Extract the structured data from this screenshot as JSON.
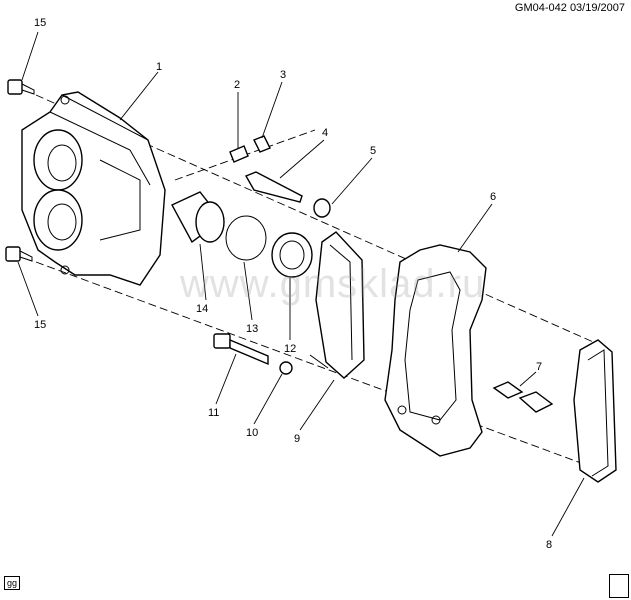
{
  "header": {
    "diagram_id": "GM04-042",
    "date": "03/19/2007"
  },
  "corner_tag": "gg",
  "watermark": "www.gmsklad.ru",
  "callouts": [
    "1",
    "2",
    "3",
    "4",
    "5",
    "6",
    "7",
    "8",
    "9",
    "10",
    "11",
    "12",
    "13",
    "14",
    "15",
    "15"
  ]
}
